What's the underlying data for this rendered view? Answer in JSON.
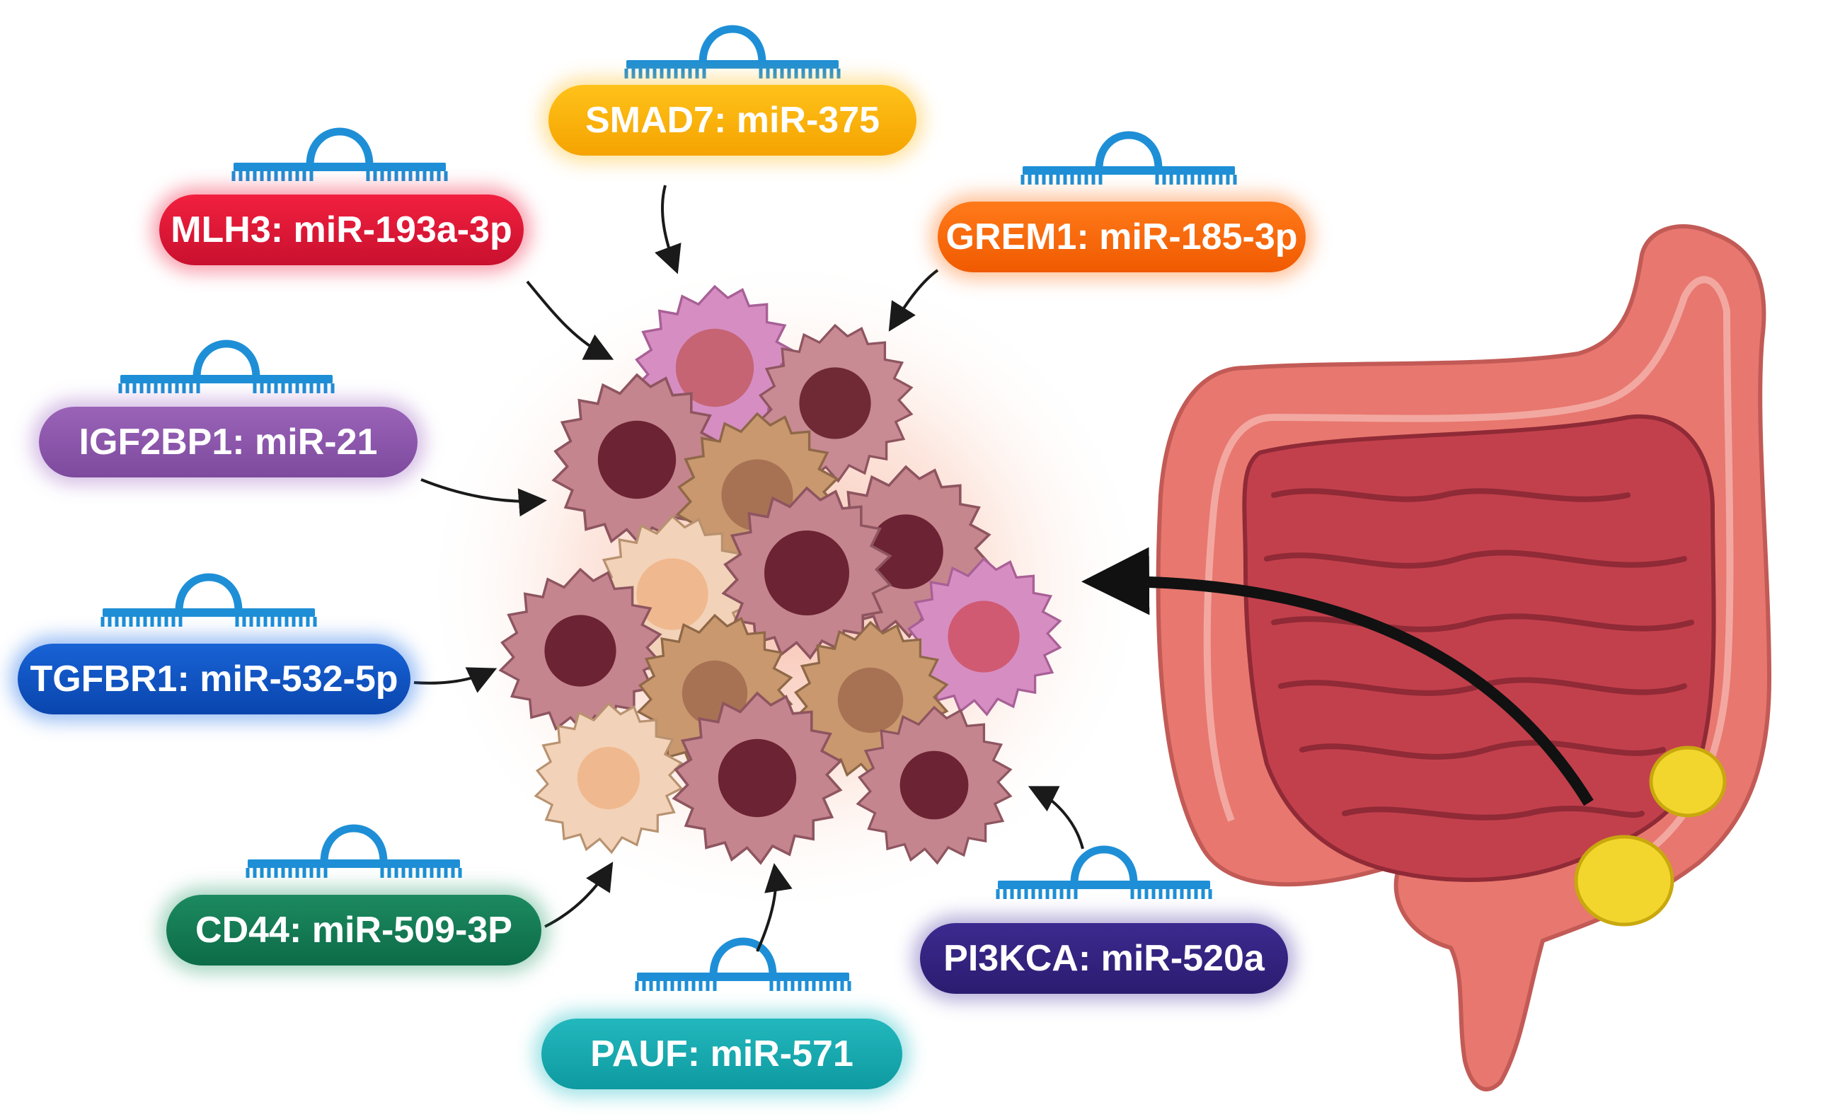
{
  "labels": [
    {
      "gene": "SMAD7",
      "mirna": "miR-375",
      "text": "SMAD7: miR-375",
      "color": "#f5a300"
    },
    {
      "gene": "MLH3",
      "mirna": "miR-193a-3p",
      "text": "MLH3: miR-193a-3p",
      "color": "#e01838"
    },
    {
      "gene": "GREM1",
      "mirna": "miR-185-3p",
      "text": "GREM1: miR-185-3p",
      "color": "#f56a0a"
    },
    {
      "gene": "IGF2BP1",
      "mirna": "miR-21",
      "text": "IGF2BP1: miR-21",
      "color": "#8a55aa"
    },
    {
      "gene": "TGFBR1",
      "mirna": "miR-532-5p",
      "text": "TGFBR1: miR-532-5p",
      "color": "#0e54c4"
    },
    {
      "gene": "CD44",
      "mirna": "miR-509-3P",
      "text": "CD44: miR-509-3P",
      "color": "#127a54"
    },
    {
      "gene": "PAUF",
      "mirna": "miR-571",
      "text": "PAUF: miR-571",
      "color": "#16a9ae"
    },
    {
      "gene": "PI3KCA",
      "mirna": "miR-520a",
      "text": "PI3KCA: miR-520a",
      "color": "#33237e"
    }
  ],
  "icons": {
    "mirna": "mirna-hairpin-icon",
    "tumor": "tumor-cell-cluster",
    "colon": "colon-intestine-illustration",
    "polyp": "polyp-icon"
  },
  "colors": {
    "mirna_icon": "#1e8fd6",
    "arrow": "#1a1a1a",
    "colon_outer": "#e8776f",
    "small_intestine": "#c2404c",
    "polyp": "#f2d62e",
    "tumor_glow": "#f8c8b8"
  }
}
